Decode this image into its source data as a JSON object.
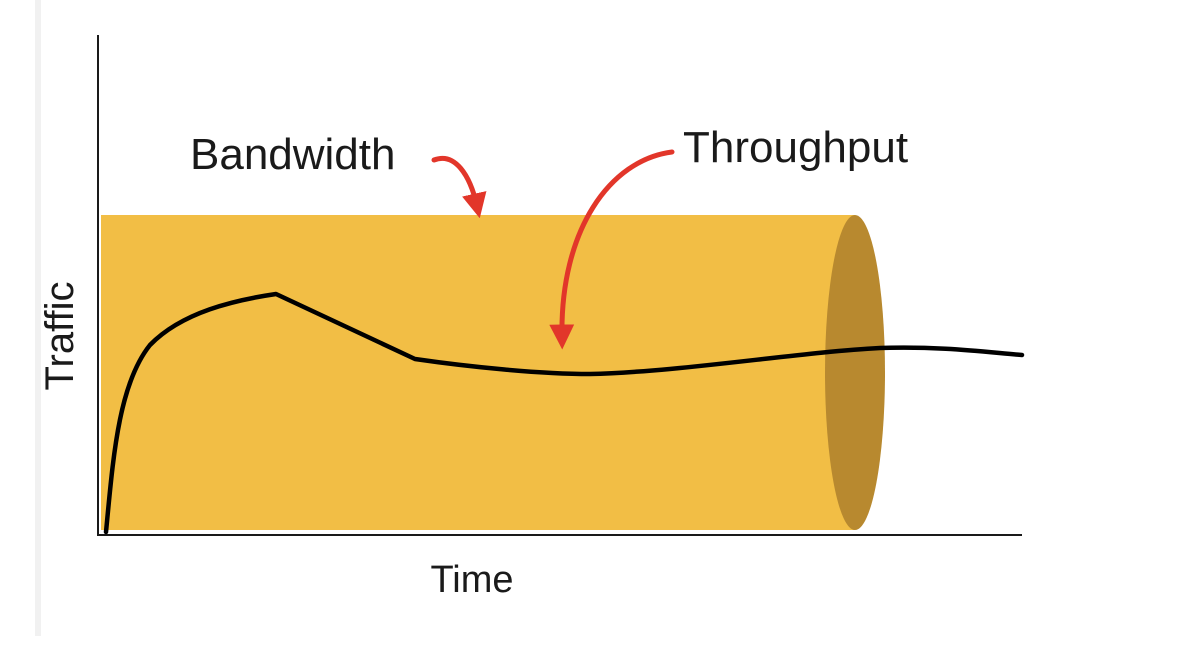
{
  "labels": {
    "x_axis": "Time",
    "y_axis": "Traffic",
    "bandwidth": "Bandwidth",
    "throughput": "Throughput"
  },
  "colors": {
    "pipe_body": "#f2be45",
    "pipe_end": "#b8892f",
    "throughput_line": "#000000",
    "arrow": "#e2362a",
    "axis": "#1a1a1a",
    "left_border": "#f1f1f1"
  }
}
